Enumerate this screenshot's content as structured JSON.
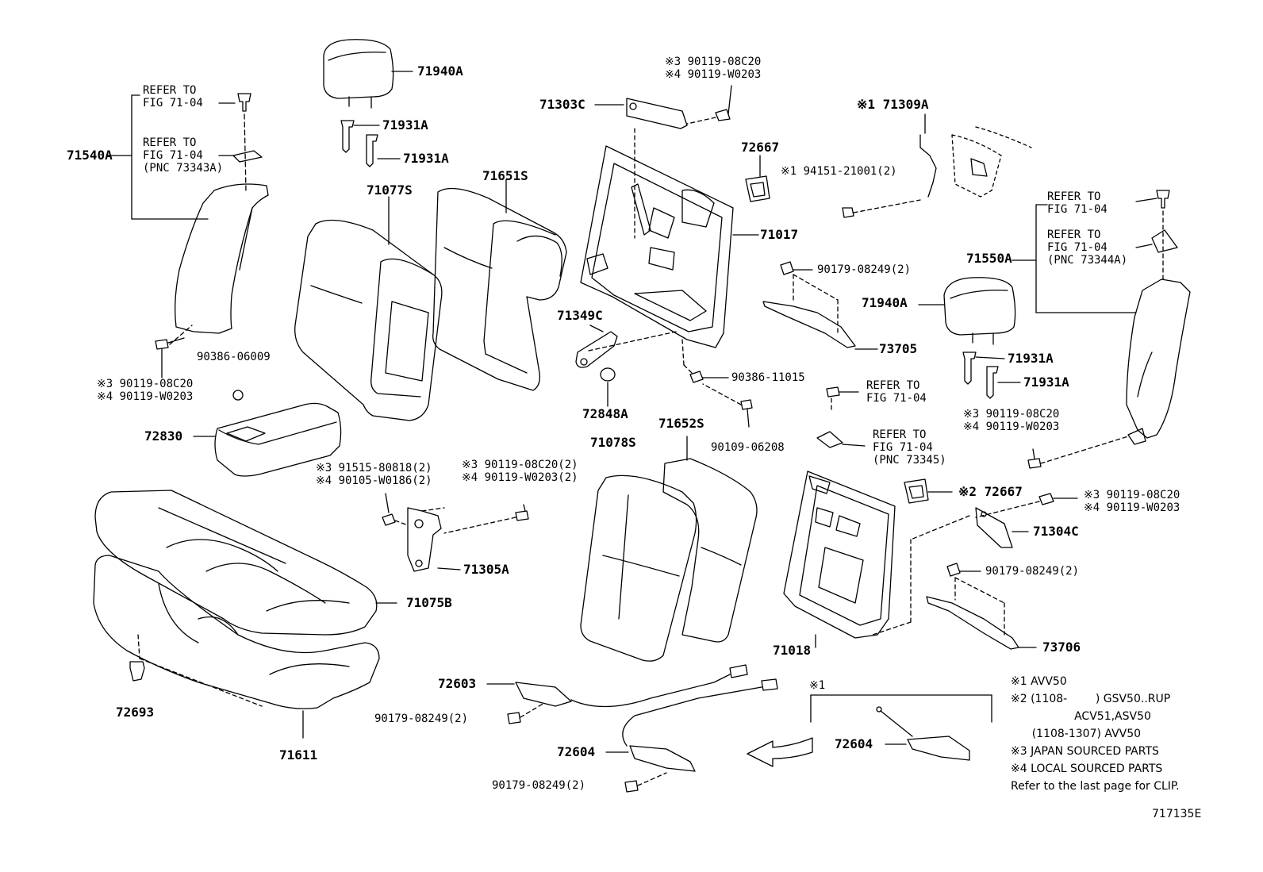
{
  "callouts": {
    "p71940A_l": "71940A",
    "p71931A_1": "71931A",
    "p71931A_2": "71931A",
    "refer1": "REFER TO\nFIG 71-04",
    "refer2": "REFER TO\nFIG 71-04\n(PNC 73343A)",
    "p71540A": "71540A",
    "p71651S": "71651S",
    "p71077S": "71077S",
    "bolt_l": "※3 90119-08C20\n※4 90119-W0203",
    "p90386_06009": "90386-06009",
    "p72830": "72830",
    "bolt_c1": "※3 91515-80818(2)\n※4 90105-W0186(2)",
    "bolt_c2": "※3 90119-08C20(2)\n※4 90119-W0203(2)",
    "p71305A": "71305A",
    "p71075B": "71075B",
    "p72693": "72693",
    "p71611": "71611",
    "bolt_top": "※3 90119-08C20\n※4 90119-W0203",
    "p71303C": "71303C",
    "p71017": "71017",
    "p72667_1": "72667",
    "p71349C": "71349C",
    "p72848A": "72848A",
    "p90386_11015": "90386-11015",
    "p90109_06208": "90109-06208",
    "p71078S": "71078S",
    "p71652S": "71652S",
    "p71309A": "※1 71309A",
    "p94151": "※1 94151-21001(2)",
    "p90179_1": "90179-08249(2)",
    "p73705": "73705",
    "p71940A_r": "71940A",
    "p71931A_3": "71931A",
    "p71931A_4": "71931A",
    "refer3": "REFER TO\nFIG 71-04",
    "refer4": "REFER TO\nFIG 71-04\n(PNC 73344A)",
    "p71550A": "71550A",
    "bolt_r": "※3 90119-08C20\n※4 90119-W0203",
    "refer5": "REFER TO\nFIG 71-04",
    "refer6": "REFER TO\nFIG 71-04\n(PNC 73345)",
    "p72667_2": "※2 72667",
    "bolt_r2": "※3 90119-08C20\n※4 90119-W0203",
    "p71304C": "71304C",
    "p90179_2": "90179-08249(2)",
    "p73706": "73706",
    "p71018": "71018",
    "p72603": "72603",
    "p90179_3": "90179-08249(2)",
    "p72604_1": "72604",
    "p90179_4": "90179-08249(2)",
    "note1": "※1",
    "p72604_2": "72604"
  },
  "legend": {
    "l1": "※1 AVV50",
    "l2": "※2 (1108-        ) GSV50..RUP",
    "l3": "                  ACV51,ASV50",
    "l4": "      (1108-1307) AVV50",
    "l5": "※3 JAPAN SOURCED PARTS",
    "l6": "※4 LOCAL SOURCED PARTS",
    "l7": "Refer to the last page for CLIP."
  },
  "figure_code": "717135E"
}
